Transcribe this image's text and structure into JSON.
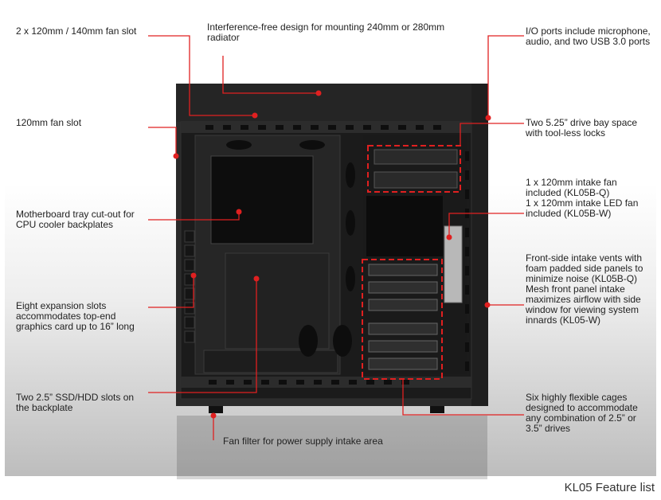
{
  "caption": "KL05 Feature list",
  "colors": {
    "callout": "#e02020",
    "case_body": "#1b1b1b",
    "case_edge": "#2f2f2f",
    "tray": "#3a3a3a"
  },
  "features": [
    {
      "id": "top-fans",
      "lines": [
        "2 x 120mm / 140mm fan slot"
      ]
    },
    {
      "id": "radiator",
      "lines": [
        "Interference-free design for mounting 240mm or 280mm",
        "radiator"
      ]
    },
    {
      "id": "io-ports",
      "lines": [
        "I/O ports include microphone,",
        "audio, and two USB 3.0 ports"
      ]
    },
    {
      "id": "rear-fan",
      "lines": [
        "120mm fan slot"
      ]
    },
    {
      "id": "drive-bay-525",
      "lines": [
        "Two 5.25” drive bay space",
        "with tool-less locks"
      ]
    },
    {
      "id": "intake-fan",
      "lines": [
        "1 x 120mm intake fan",
        "included (KL05B-Q)",
        "1 x 120mm intake LED fan",
        "included (KL05B-W)"
      ]
    },
    {
      "id": "tray-cutout",
      "lines": [
        "Motherboard tray cut-out for",
        "CPU cooler backplates"
      ]
    },
    {
      "id": "front-vents",
      "lines": [
        "Front-side intake vents with",
        "foam padded side panels to",
        "minimize noise (KL05B-Q)",
        "Mesh front panel intake",
        "maximizes airflow with side",
        "window for viewing system",
        "innards (KL05-W)"
      ]
    },
    {
      "id": "expansion-slots",
      "lines": [
        "Eight expansion slots",
        "accommodates top-end",
        "graphics card up to 16” long"
      ]
    },
    {
      "id": "ssd-slots",
      "lines": [
        "Two 2.5” SSD/HDD slots on",
        "the backplate"
      ]
    },
    {
      "id": "drive-cages",
      "lines": [
        "Six highly flexible cages",
        "designed to accommodate",
        "any combination of 2.5” or",
        "3.5” drives"
      ]
    },
    {
      "id": "psu-filter",
      "lines": [
        "Fan filter for power supply intake area"
      ]
    }
  ]
}
